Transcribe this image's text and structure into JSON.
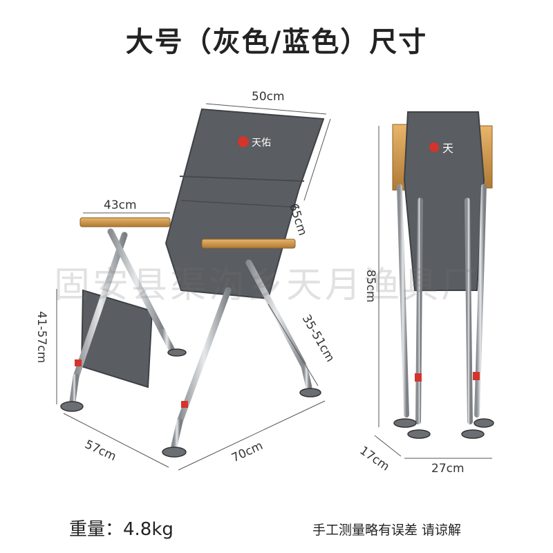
{
  "title": "大号（灰色/蓝色）尺寸",
  "chair": {
    "brand_text": "天佑",
    "dims": {
      "width": "50cm",
      "armrest": "43cm",
      "back_height": "65cm",
      "rear_height": "35-51cm",
      "seat_height": "41-57cm",
      "depth": "57cm",
      "length": "70cm"
    }
  },
  "folded": {
    "brand_text": "天",
    "dims": {
      "height": "85cm",
      "thickness": "17cm",
      "width": "27cm"
    }
  },
  "watermark": "固安县渠沟乡天月渔具厂",
  "footer": {
    "weight": "重量：4.8kg",
    "note": "手工测量略有误差 请谅解"
  },
  "colors": {
    "fabric": "#5a5d61",
    "wood": "#d9a35a",
    "metal": "#b8bcc0",
    "accent_red": "#d3342c"
  }
}
